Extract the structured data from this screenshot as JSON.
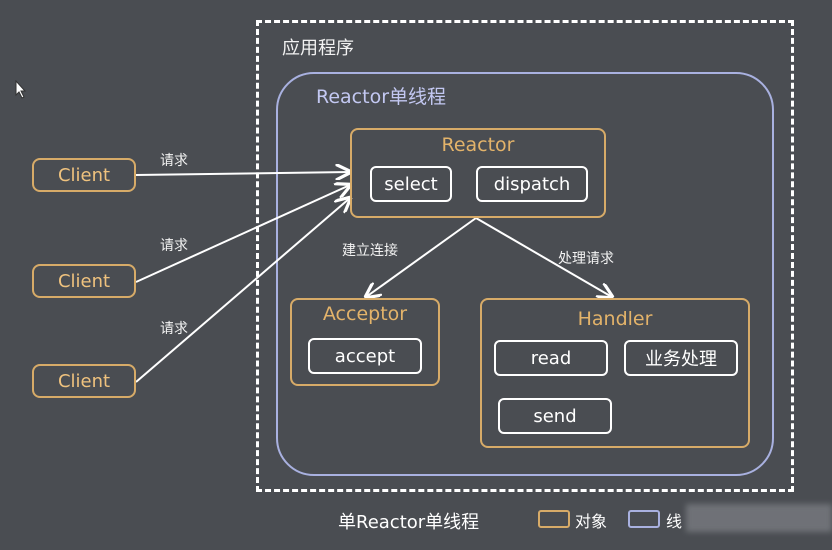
{
  "app": {
    "title": "应用程序"
  },
  "thread": {
    "title": "Reactor单线程"
  },
  "reactor": {
    "title": "Reactor",
    "select": "select",
    "dispatch": "dispatch"
  },
  "acceptor": {
    "title": "Acceptor",
    "accept": "accept"
  },
  "handler": {
    "title": "Handler",
    "read": "read",
    "business": "业务处理",
    "send": "send"
  },
  "clients": [
    "Client",
    "Client",
    "Client"
  ],
  "edges": {
    "request": "请求",
    "connect": "建立连接",
    "process": "处理请求"
  },
  "caption": "单Reactor单线程",
  "legend": {
    "object": "对象",
    "thread": "线"
  },
  "colors": {
    "object_border": "#d7ab68",
    "thread_border": "#a9b1e0",
    "background": "#4a4d52"
  }
}
